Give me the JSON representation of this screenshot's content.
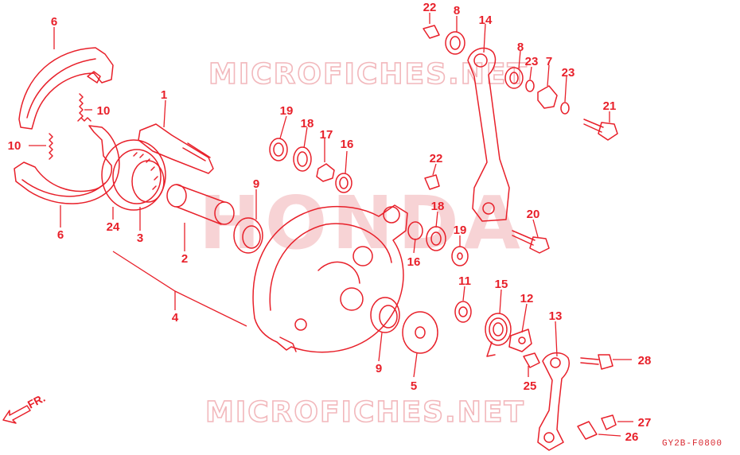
{
  "diagram": {
    "watermark_top": "MICROFICHES.NET",
    "watermark_bottom": "MICROFICHES.NET",
    "watermark_center": "HONDA",
    "figure_code": "GY2B-F0800",
    "direction_label": "FR."
  },
  "callouts": [
    {
      "id": "c-22a",
      "text": "22"
    },
    {
      "id": "c-8a",
      "text": "8"
    },
    {
      "id": "c-14",
      "text": "14"
    },
    {
      "id": "c-6a",
      "text": "6"
    },
    {
      "id": "c-8b",
      "text": "8"
    },
    {
      "id": "c-23a",
      "text": "23"
    },
    {
      "id": "c-7",
      "text": "7"
    },
    {
      "id": "c-23b",
      "text": "23"
    },
    {
      "id": "c-1",
      "text": "1"
    },
    {
      "id": "c-10a",
      "text": "10"
    },
    {
      "id": "c-21",
      "text": "21"
    },
    {
      "id": "c-19a",
      "text": "19"
    },
    {
      "id": "c-18a",
      "text": "18"
    },
    {
      "id": "c-17",
      "text": "17"
    },
    {
      "id": "c-16a",
      "text": "16"
    },
    {
      "id": "c-10b",
      "text": "10"
    },
    {
      "id": "c-22b",
      "text": "22"
    },
    {
      "id": "c-9a",
      "text": "9"
    },
    {
      "id": "c-18b",
      "text": "18"
    },
    {
      "id": "c-20",
      "text": "20"
    },
    {
      "id": "c-24",
      "text": "24"
    },
    {
      "id": "c-6b",
      "text": "6"
    },
    {
      "id": "c-3",
      "text": "3"
    },
    {
      "id": "c-19b",
      "text": "19"
    },
    {
      "id": "c-2",
      "text": "2"
    },
    {
      "id": "c-16b",
      "text": "16"
    },
    {
      "id": "c-11",
      "text": "11"
    },
    {
      "id": "c-15",
      "text": "15"
    },
    {
      "id": "c-12",
      "text": "12"
    },
    {
      "id": "c-4",
      "text": "4"
    },
    {
      "id": "c-13",
      "text": "13"
    },
    {
      "id": "c-9b",
      "text": "9"
    },
    {
      "id": "c-28",
      "text": "28"
    },
    {
      "id": "c-5",
      "text": "5"
    },
    {
      "id": "c-25",
      "text": "25"
    },
    {
      "id": "c-27",
      "text": "27"
    },
    {
      "id": "c-26",
      "text": "26"
    }
  ],
  "colors": {
    "ink": "#e8202a",
    "watermark": "#f2b8bc",
    "background": "#ffffff"
  }
}
